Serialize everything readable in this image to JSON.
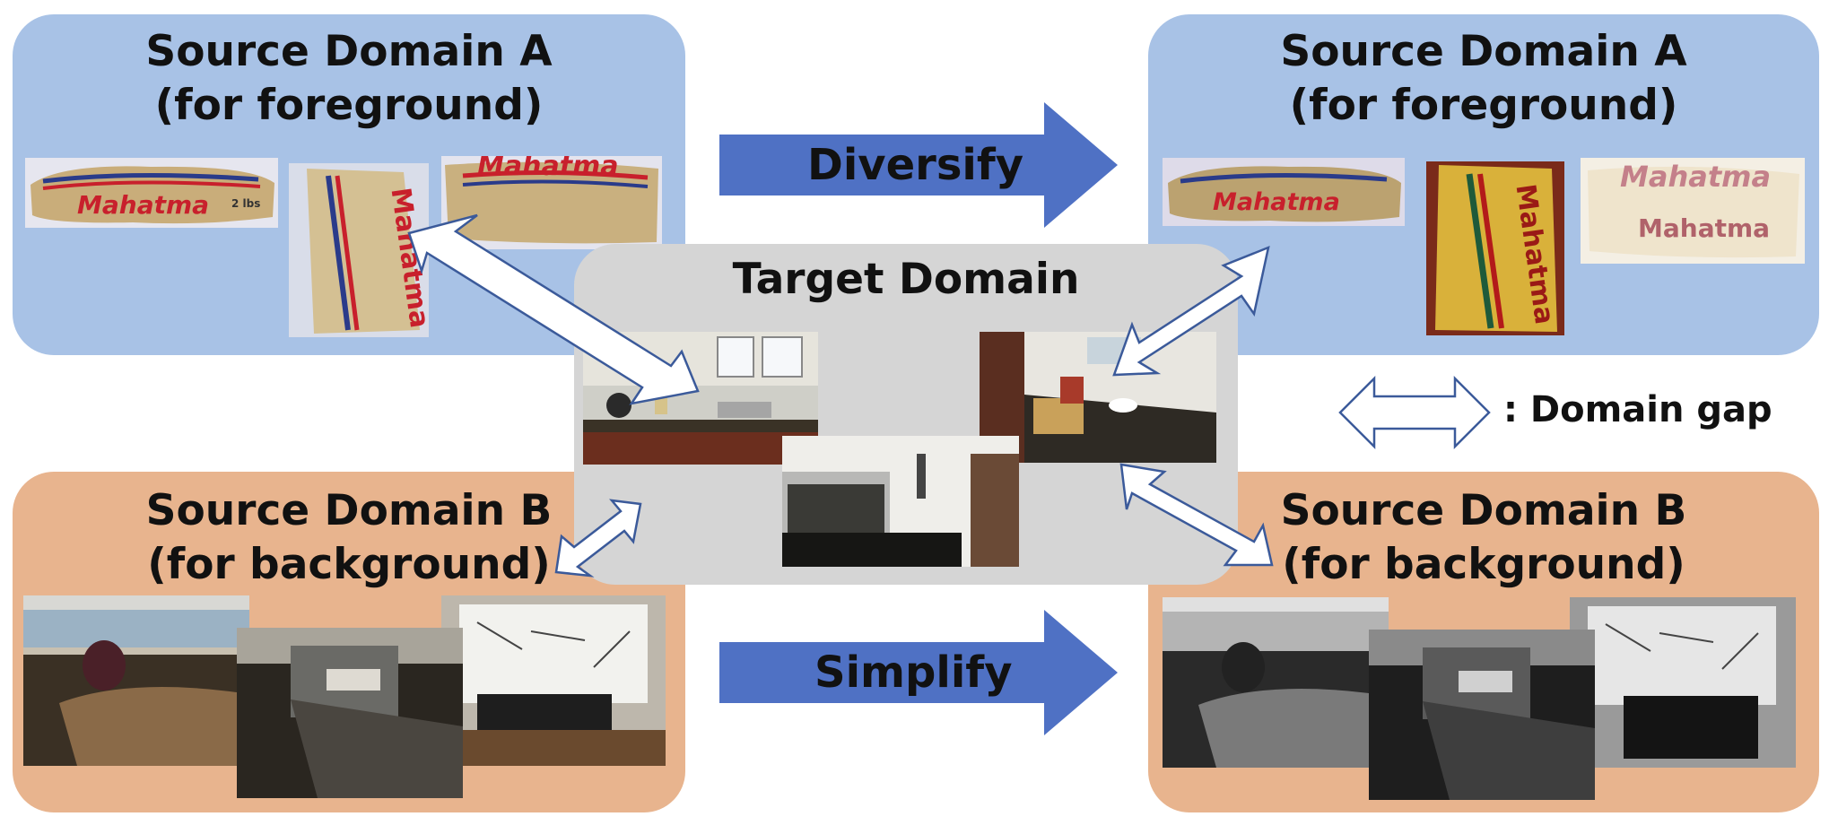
{
  "panels": {
    "source_a_left": {
      "title_line1": "Source Domain A",
      "title_line2": "(for foreground)"
    },
    "source_a_right": {
      "title_line1": "Source Domain A",
      "title_line2": "(for foreground)"
    },
    "source_b_left": {
      "title_line1": "Source Domain B",
      "title_line2": "(for background)"
    },
    "source_b_right": {
      "title_line1": "Source Domain B",
      "title_line2": "(for background)"
    },
    "target": {
      "title": "Target Domain"
    }
  },
  "arrows": {
    "diversify": "Diversify",
    "simplify": "Simplify"
  },
  "legend": {
    "label": ": Domain gap"
  },
  "product": {
    "brand": "Mahatma",
    "weight": "2 lbs"
  },
  "colors": {
    "panel_a": "#a8c2e6",
    "panel_b": "#e8b48e",
    "target_panel": "#d5d5d5",
    "block_arrow": "#4f71c4",
    "gap_arrow_outline": "#3b5a9a"
  }
}
